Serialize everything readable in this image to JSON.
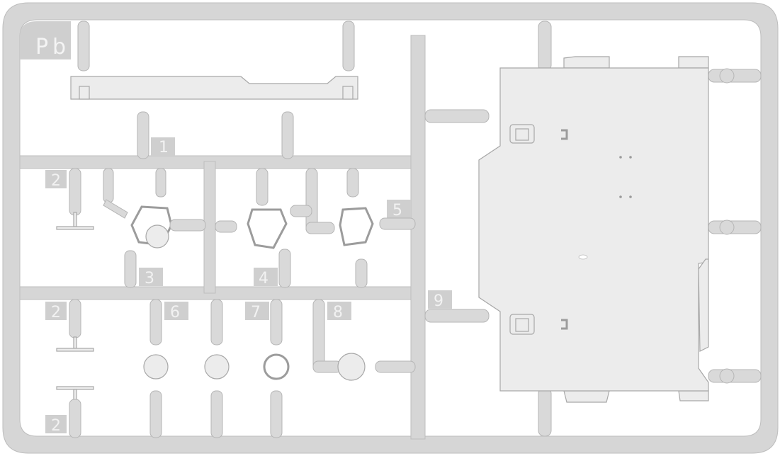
{
  "sprue": {
    "code_main": "P",
    "code_sub": "b"
  },
  "part_numbers": {
    "p1": "1",
    "p2a": "2",
    "p2b": "2",
    "p2c": "2",
    "p3": "3",
    "p4": "4",
    "p5": "5",
    "p6": "6",
    "p7": "7",
    "p8": "8",
    "p9": "9"
  },
  "colors": {
    "plastic": "#d6d6d6",
    "part": "#ececec"
  }
}
